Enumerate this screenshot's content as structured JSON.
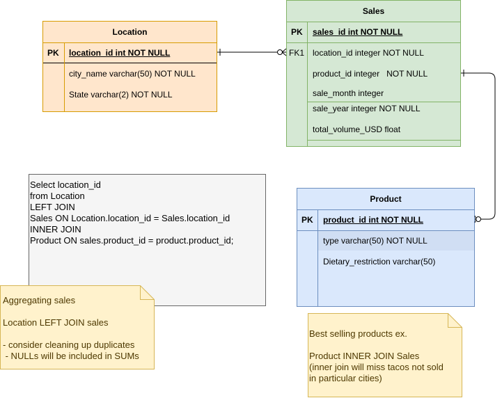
{
  "location": {
    "title": "Location",
    "pk_label": "PK",
    "pk_field": "location_id int NOT NULL",
    "fields": [
      "city_name varchar(50) NOT NULL",
      "State varchar(2) NOT NULL"
    ]
  },
  "sales": {
    "title": "Sales",
    "pk_label": "PK",
    "pk_field": "sales_id int NOT NULL",
    "fk_label": "FK1",
    "fields": [
      "location_id integer NOT NULL",
      "product_id integer   NOT NULL",
      "sale_month integer",
      "sale_year integer NOT NULL",
      "total_volume_USD float"
    ]
  },
  "product": {
    "title": "Product",
    "pk_label": "PK",
    "pk_field": "product_id int NOT NULL",
    "fields": [
      "type varchar(50) NOT NULL",
      "Dietary_restriction varchar(50)"
    ]
  },
  "sql": {
    "lines": [
      "Select location_id",
      "from Location",
      "LEFT JOIN",
      "Sales ON Location.location_id = Sales.location_id",
      "INNER JOIN",
      "Product ON sales.product_id = product.product_id;"
    ]
  },
  "note_left": {
    "lines": [
      "Aggregating sales",
      "",
      "Location LEFT JOIN sales",
      "",
      "- consider cleaning up duplicates",
      " - NULLs will be included in SUMs"
    ]
  },
  "note_right": {
    "lines": [
      "Best selling products ex.",
      "",
      "Product INNER JOIN Sales",
      "(inner join will miss tacos not sold",
      "in particular cities)"
    ]
  },
  "colors": {
    "location_fill": "#ffe6cc",
    "location_stroke": "#d79b00",
    "sales_fill": "#d5e8d4",
    "sales_stroke": "#82b366",
    "product_fill": "#dae8fc",
    "product_stroke": "#6c8ebf",
    "note_fill": "#fff2cc",
    "note_stroke": "#d6b656"
  }
}
